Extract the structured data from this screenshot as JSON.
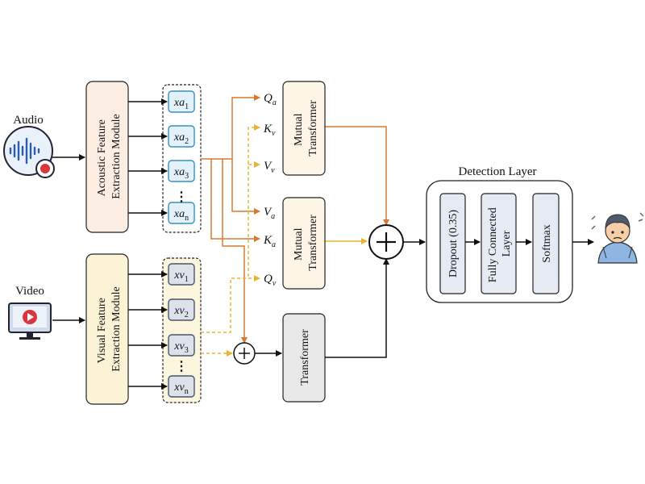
{
  "inputs": {
    "audio_label": "Audio",
    "video_label": "Video"
  },
  "modules": {
    "acoustic": [
      "Acoustic Feature",
      "Extraction Module"
    ],
    "visual": [
      "Visual Feature",
      "Extraction Module"
    ]
  },
  "audio_features": {
    "base": "xa",
    "subscripts": [
      "1",
      "2",
      "3",
      "n"
    ],
    "ellipsis": "⋮"
  },
  "video_features": {
    "base": "xv",
    "subscripts": [
      "1",
      "2",
      "3",
      "n"
    ],
    "ellipsis": "⋮"
  },
  "attention_labels": {
    "top": [
      [
        "Q",
        "a"
      ],
      [
        "K",
        "v"
      ],
      [
        "V",
        "v"
      ]
    ],
    "bottom": [
      [
        "V",
        "a"
      ],
      [
        "K",
        "a"
      ],
      [
        "Q",
        "v"
      ]
    ]
  },
  "blocks": {
    "mutual_transformer": [
      "Mutual",
      "Transformer"
    ],
    "transformer": "Transformer"
  },
  "detection": {
    "title": "Detection Layer",
    "dropout": "Dropout (0.35)",
    "fc": [
      "Fully Connected",
      "Layer"
    ],
    "softmax": "Softmax"
  },
  "colors": {
    "audio_path": "#d67a33",
    "video_path": "#e8b531",
    "audio_feature_fill": "#e3f2fa",
    "audio_feature_stroke": "#3a8fb8",
    "video_feature_fill": "#dde1ea",
    "video_feature_stroke": "#4a5468",
    "acoustic_fill": "#fdeee3",
    "visual_fill": "#fcf3d7",
    "mutual_fill": "#fdf6e7",
    "transformer_fill": "#e8e8e8",
    "detection_block_fill": "#e6ebf3"
  },
  "icons": [
    "audio-waveform-icon",
    "record-icon",
    "video-play-icon",
    "depressed-person-icon"
  ]
}
